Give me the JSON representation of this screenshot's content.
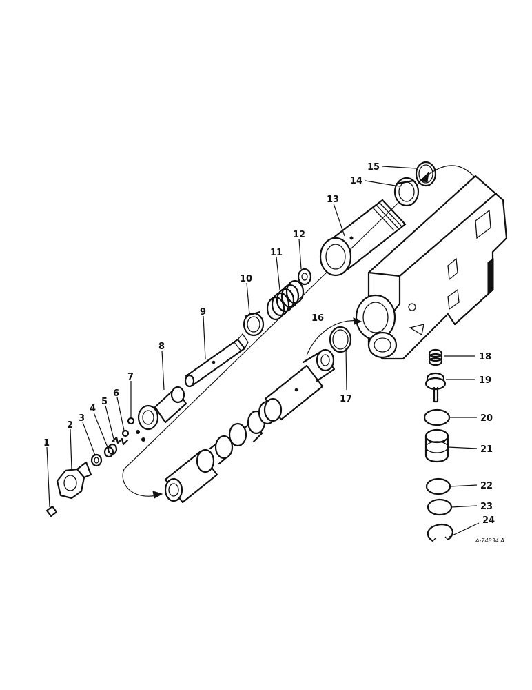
{
  "callouts": [
    {
      "id": "callout-1",
      "text": "1"
    },
    {
      "id": "callout-2",
      "text": "2"
    },
    {
      "id": "callout-3",
      "text": "3"
    },
    {
      "id": "callout-4",
      "text": "4"
    },
    {
      "id": "callout-5",
      "text": "5"
    },
    {
      "id": "callout-6",
      "text": "6"
    },
    {
      "id": "callout-7",
      "text": "7"
    },
    {
      "id": "callout-8",
      "text": "8"
    },
    {
      "id": "callout-9",
      "text": "9"
    },
    {
      "id": "callout-10",
      "text": "10"
    },
    {
      "id": "callout-11",
      "text": "11"
    },
    {
      "id": "callout-12",
      "text": "12"
    },
    {
      "id": "callout-13",
      "text": "13"
    },
    {
      "id": "callout-14",
      "text": "14"
    },
    {
      "id": "callout-15",
      "text": "15"
    },
    {
      "id": "callout-16",
      "text": "16"
    },
    {
      "id": "callout-17",
      "text": "17"
    },
    {
      "id": "callout-18",
      "text": "18"
    },
    {
      "id": "callout-19",
      "text": "19"
    },
    {
      "id": "callout-20",
      "text": "20"
    },
    {
      "id": "callout-21",
      "text": "21"
    },
    {
      "id": "callout-22",
      "text": "22"
    },
    {
      "id": "callout-23",
      "text": "23"
    },
    {
      "id": "callout-24",
      "text": "24"
    }
  ],
  "drawing_code": "A-74834 A"
}
